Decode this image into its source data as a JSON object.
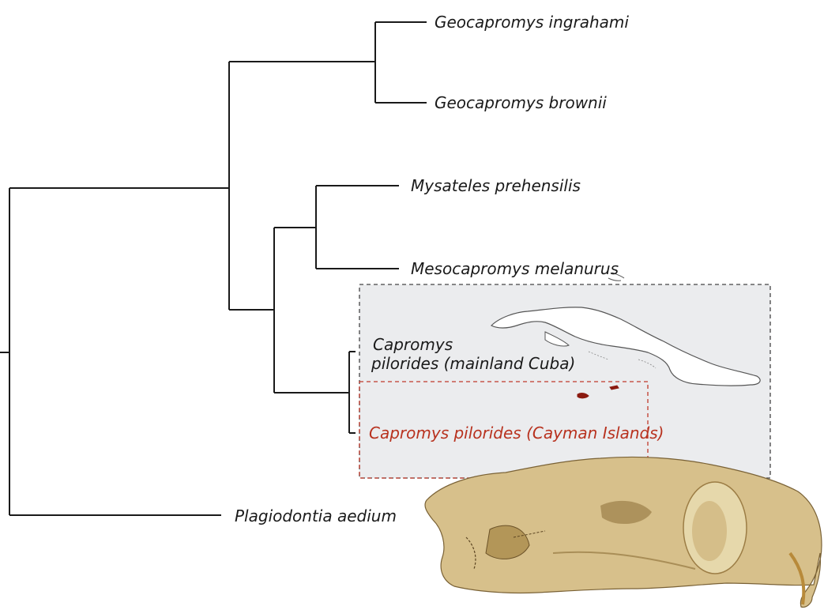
{
  "tree": {
    "taxa": [
      {
        "id": "geo-ingrahami",
        "label": "Geocapromys ingrahami"
      },
      {
        "id": "geo-brownii",
        "label": "Geocapromys brownii"
      },
      {
        "id": "mys-prehensilis",
        "label": "Mysateles prehensilis"
      },
      {
        "id": "meso-melanurus",
        "label": "Mesocapromys melanurus"
      },
      {
        "id": "cap-cuba",
        "label_line1": "Capromys",
        "label_line2": "pilorides (mainland Cuba)"
      },
      {
        "id": "cap-cayman",
        "label": "Capromys pilorides (Cayman Islands)"
      },
      {
        "id": "plagiodontia",
        "label": "Plagiodontia aedium"
      }
    ],
    "colors": {
      "branch": "#1a1a1a",
      "highlight": "#b8321f",
      "map_box_fill": "#ebecee",
      "map_box_border": "#444444",
      "cayman_box_border": "#c0392b"
    }
  },
  "images": {
    "cuba_map": "cuba-map-outline",
    "cayman_islands": "cayman-islands-outline",
    "skull": "hutia-skull-photo"
  }
}
